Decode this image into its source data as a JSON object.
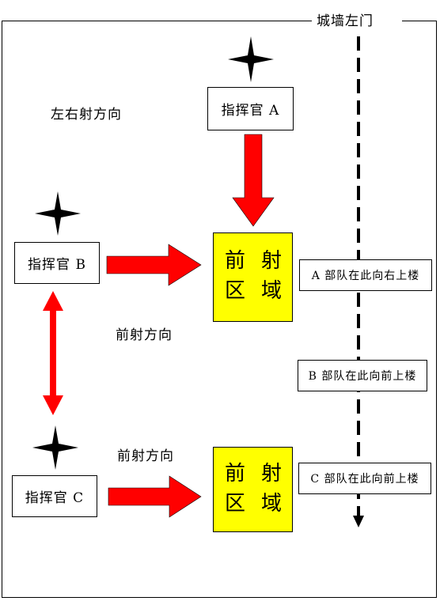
{
  "title": "城墙左门",
  "notes": {
    "lr_direction": "左右射方向",
    "forward_direction_1": "前射方向",
    "forward_direction_2": "前射方向"
  },
  "commanders": {
    "a": "指挥官 A",
    "b": "指挥官 B",
    "c": "指挥官 C"
  },
  "fire_zone": {
    "char1": "前",
    "char2": "射",
    "char3": "区",
    "char4": "域"
  },
  "wall_labels": {
    "a": "A 部队在此向右上楼",
    "b": "B 部队在此向前上楼",
    "c": "C 部队在此向前上楼"
  },
  "colors": {
    "arrow": "#ff0000",
    "zone": "#ffff00",
    "line": "#000000"
  }
}
